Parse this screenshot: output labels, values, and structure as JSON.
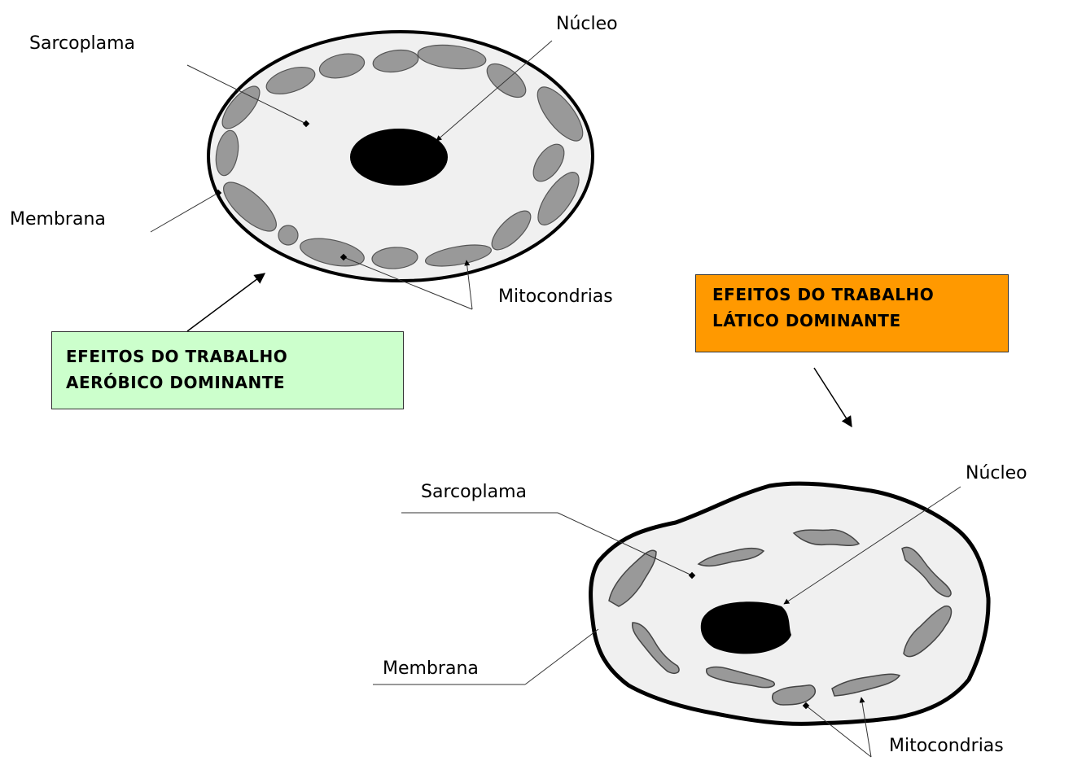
{
  "aerobic": {
    "labels": {
      "sarcoplasm": "Sarcoplama",
      "nucleus": "Núcleo",
      "membrane": "Membrana",
      "mitochondria": "Mitocondrias"
    },
    "box": {
      "line1": "EFEITOS DO TRABALHO",
      "line2": "AERÓBICO DOMINANTE",
      "fill_color": "#ccffcc"
    }
  },
  "lactic": {
    "labels": {
      "sarcoplasm": "Sarcoplama",
      "nucleus": "Núcleo",
      "membrane": "Membrana",
      "mitochondria": "Mitocondrias"
    },
    "box": {
      "line1": "EFEITOS DO TRABALHO",
      "line2": "LÁTICO  DOMINANTE",
      "fill_color": "#ff9900"
    }
  },
  "colors": {
    "cell_fill": "#f0f0f0",
    "organelle_fill": "#999999",
    "nucleus_fill": "#000000"
  }
}
